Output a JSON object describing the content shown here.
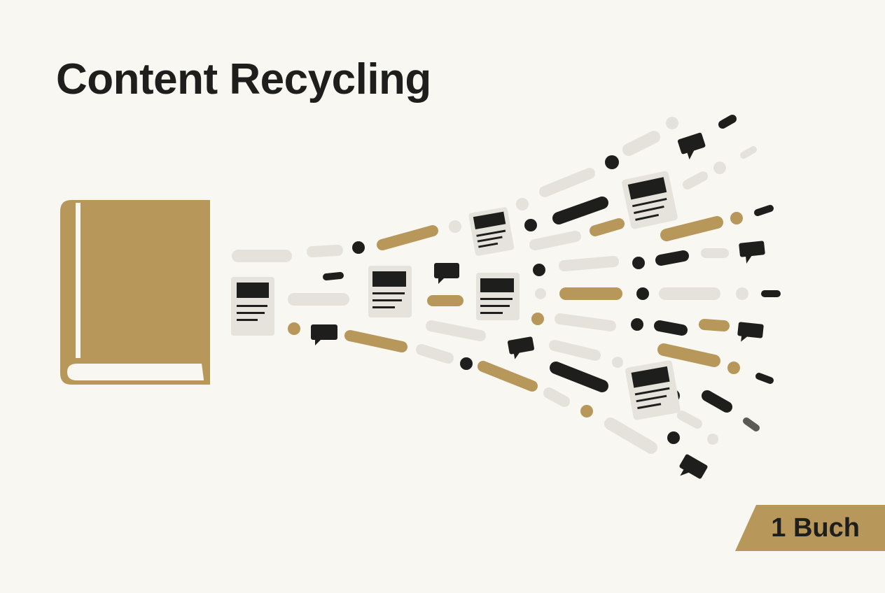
{
  "header": {
    "title": "Content Recycling"
  },
  "badge": {
    "label": "1 Buch"
  },
  "colors": {
    "background": "#f8f7f2",
    "gold": "#b8985a",
    "dark": "#1e1e1c",
    "light": "#e5e2dc",
    "card": "#e6e3dd"
  },
  "icons": {
    "source": "book-icon",
    "fragments": [
      "article-card-icon",
      "chat-bubble-icon",
      "dash-fragment",
      "dot-fragment"
    ]
  }
}
